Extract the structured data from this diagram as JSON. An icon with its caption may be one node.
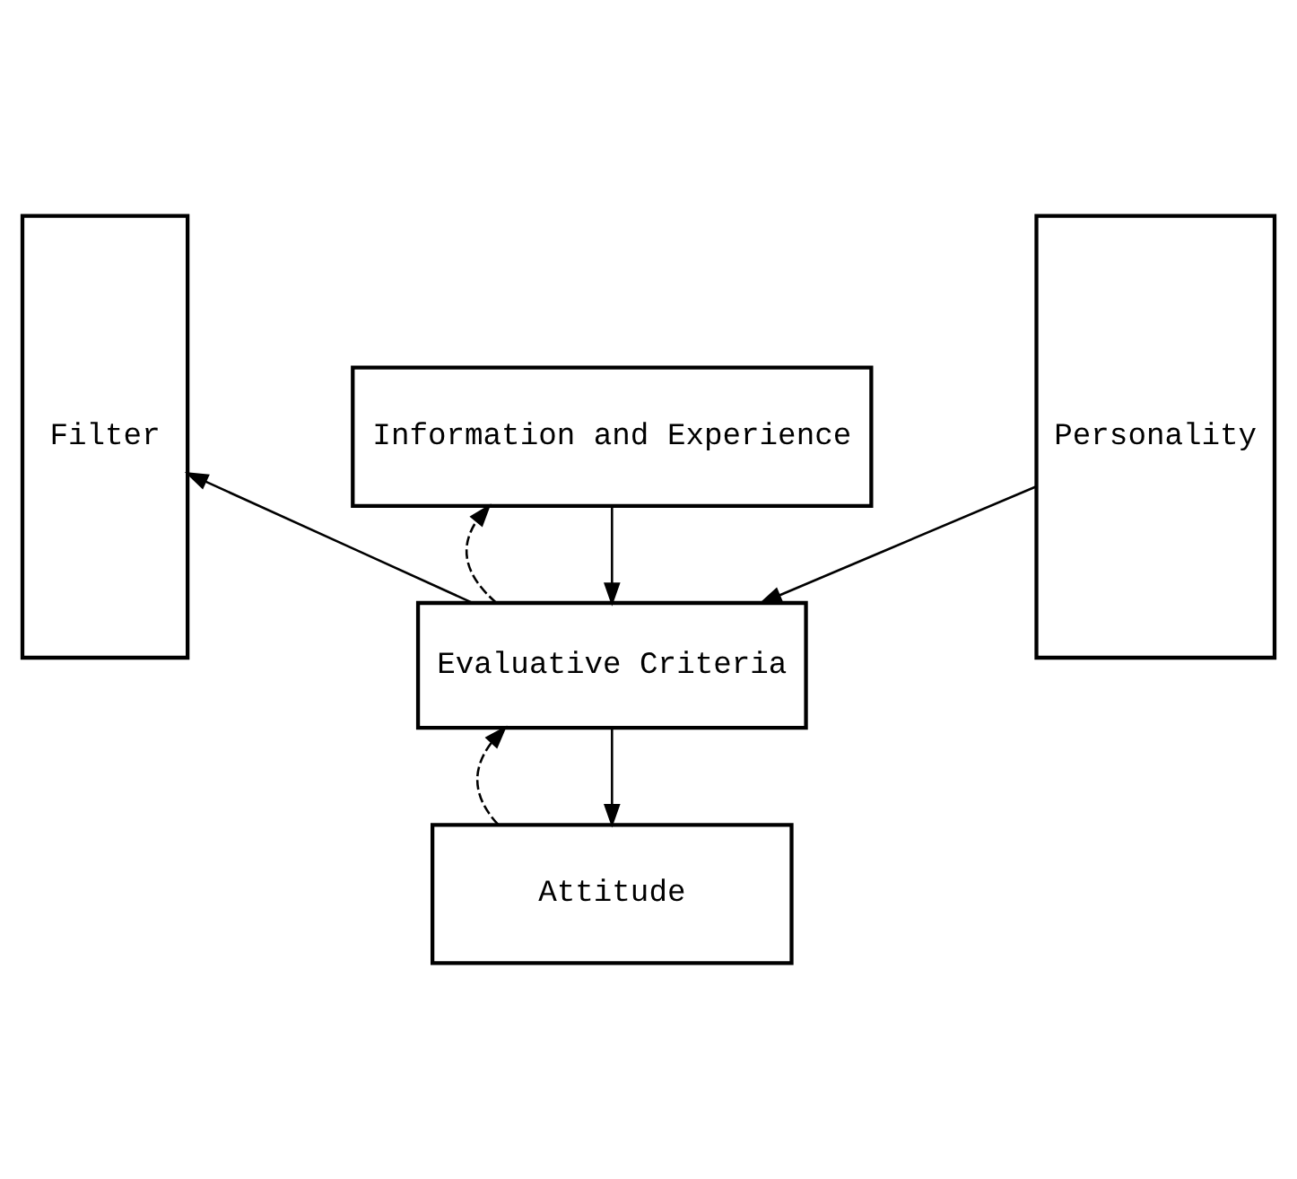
{
  "diagram": {
    "nodes": [
      {
        "text": [
          "Filter"
        ]
      },
      {
        "text": [
          "Information and Experience"
        ]
      },
      {
        "text": [
          "Evaluative Criteria"
        ]
      },
      {
        "text": [
          "Attitude"
        ]
      },
      {
        "text": [
          "Personality"
        ]
      }
    ],
    "edges": [
      {
        "from": 1,
        "to": 2,
        "arrow": "to"
      },
      {
        "from": 2,
        "to": 1,
        "arrow": "to",
        "style": "dashed"
      },
      {
        "from": 2,
        "to": 3,
        "arrow": "to"
      },
      {
        "from": 3,
        "to": 2,
        "arrow": "to",
        "style": "dashed"
      },
      {
        "from": 2,
        "to": 0,
        "arrow": "to"
      },
      {
        "from": 4,
        "to": 2,
        "arrow": "to"
      }
    ]
  }
}
